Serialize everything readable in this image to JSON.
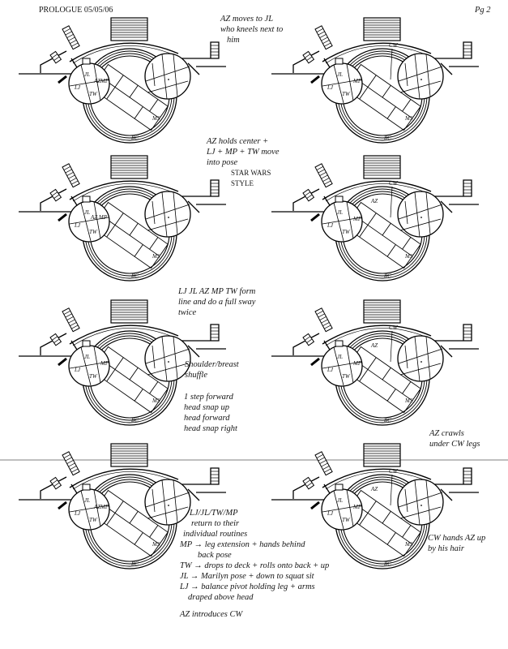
{
  "header": {
    "title": "PROLOGUE 05/05/06",
    "page": "Pg 2"
  },
  "notes": {
    "n1": [
      "AZ moves to JL",
      "who kneels next to",
      "him"
    ],
    "n2": [
      "AZ holds center +",
      "LJ + MP + TW move",
      "into pose",
      "STAR WARS",
      "STYLE"
    ],
    "n3": [
      "LJ JL AZ MP TW form",
      "line and do a full sway",
      "twice"
    ],
    "n4": [
      "Shoulder/breast",
      "shuffle"
    ],
    "n5": [
      "1 step forward",
      "head snap up",
      "head forward",
      "head snap right"
    ],
    "n6": [
      "AZ crawls",
      "under CW legs"
    ],
    "n7": [
      "LJ/JL/TW/MP",
      "return to their",
      "individual routines",
      "MP → leg extension + hands behind",
      "back pose",
      "TW → drops to deck + rolls onto back + up",
      "JL → Marilyn pose + down to squat sit",
      "LJ → balance pivot holding leg + arms",
      "draped above head",
      "AZ introduces CW"
    ],
    "n8": [
      "CW hands AZ up",
      "by his hair"
    ]
  },
  "diagrams": [
    {
      "labels": [
        "LJ",
        "AZ",
        "JL",
        "MP",
        "TW",
        "MS",
        "BC"
      ]
    },
    {
      "labels": [
        "CW",
        "LJ",
        "JL",
        "MP",
        "TW",
        "MS",
        "BC"
      ]
    },
    {
      "labels": [
        "JL",
        "AZ MP",
        "LJ",
        "TW",
        "MS",
        "BC"
      ]
    },
    {
      "labels": [
        "CW",
        "JL",
        "MP",
        "LJ",
        "TW",
        "AZ",
        "MS",
        "BC"
      ]
    },
    {
      "labels": [
        "JL",
        "MP",
        "LJ",
        "TW",
        "MS",
        "BC"
      ]
    },
    {
      "labels": [
        "AZ",
        "CW",
        "JL",
        "MP",
        "LJ",
        "TW",
        "MS",
        "BC"
      ]
    },
    {
      "labels": [
        "JL",
        "MP",
        "LJ",
        "TW",
        "AZ",
        "MS",
        "BC"
      ]
    },
    {
      "labels": [
        "CW",
        "JL",
        "MP",
        "LJ",
        "TW",
        "AZ",
        "MS",
        "BC"
      ]
    }
  ]
}
